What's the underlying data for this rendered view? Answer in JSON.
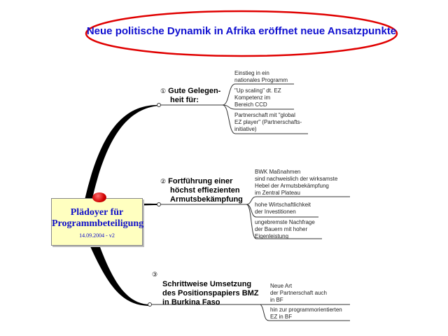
{
  "title": "Neue politische Dynamik in Afrika eröffnet neue Ansatzpunkte",
  "central": {
    "title_line1": "Plädoyer für",
    "title_line2": "Programmbeteiligung",
    "date": "14.09.2004 - v2"
  },
  "branches": [
    {
      "number": "①",
      "label_line1": "Gute Gelegen-",
      "label_line2": "heit für:",
      "subs": [
        [
          "Einstieg in ein",
          "nationales Programm"
        ],
        [
          "\"Up scaling\" dt. EZ",
          "Kompetenz im",
          "Bereich CCD"
        ],
        [
          "Partnerschaft mit \"global",
          "EZ player\" (Partnerschafts-",
          "initiative)"
        ]
      ]
    },
    {
      "number": "②",
      "label_line1": "Fortführung einer",
      "label_line2": "höchst effiezienten",
      "label_line3": "Armutsbekämpfung",
      "subs": [
        [
          "BWK Maßnahmen",
          "sind nachweislich der wirksamste",
          "Hebel der Armutsbekämpfung",
          "im Zentral Plateau"
        ],
        [
          "hohe Wirtschaftlichkeit",
          "der Investitionen"
        ],
        [
          "ungebremste Nachfrage",
          "der Bauern mit hoher",
          "Eigenleistung"
        ]
      ]
    },
    {
      "number": "③",
      "label_line1": "Schrittweise Umsetzung",
      "label_line2": "des Positionspapiers  BMZ",
      "label_line3": "in Burkina Faso",
      "subs": [
        [
          "Neue Art",
          "der Partnerschaft auch",
          "in BF"
        ],
        [
          "hin zur programmorientierten",
          "EZ in BF"
        ]
      ]
    }
  ]
}
